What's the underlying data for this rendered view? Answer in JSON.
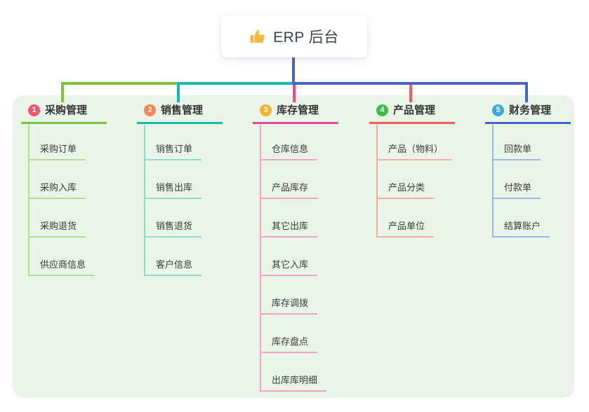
{
  "root": {
    "title": "ERP 后台",
    "icon": "thumbs-up-icon"
  },
  "colors": {
    "panel_bg": "#e9f6e7",
    "root_connector": "#4a63c9",
    "card_bg": "#ffffff",
    "title_color": "#3b4350",
    "header_text": "#333333",
    "item_text": "#3a3a3a",
    "badge_text": "#ffffff",
    "thumb_color": "#f6b63e"
  },
  "branches": [
    {
      "index": "1",
      "label": "采购管理",
      "badge_color": "#f0566e",
      "line_color": "#7cc242",
      "sub_line_color": "#b2db93",
      "children": [
        "采购订单",
        "采购入库",
        "采购退货",
        "供应商信息"
      ]
    },
    {
      "index": "2",
      "label": "销售管理",
      "badge_color": "#f5864f",
      "line_color": "#17b8ae",
      "sub_line_color": "#8ed9d2",
      "children": [
        "销售订单",
        "销售出库",
        "销售退货",
        "客户信息"
      ]
    },
    {
      "index": "3",
      "label": "库存管理",
      "badge_color": "#f7b12e",
      "line_color": "#e8479b",
      "sub_line_color": "#f3a3cb",
      "children": [
        "仓库信息",
        "产品库存",
        "其它出库",
        "其它入库",
        "库存调拨",
        "库存盘点",
        "出库库明细"
      ]
    },
    {
      "index": "4",
      "label": "产品管理",
      "badge_color": "#3eb84f",
      "line_color": "#f25c5c",
      "sub_line_color": "#f8a8a8",
      "children": [
        "产品（物料）",
        "产品分类",
        "产品单位"
      ]
    },
    {
      "index": "5",
      "label": "财务管理",
      "badge_color": "#3aa7e0",
      "line_color": "#4565c8",
      "sub_line_color": "#a3b2e3",
      "children": [
        "回款单",
        "付款单",
        "结算账户"
      ]
    }
  ]
}
